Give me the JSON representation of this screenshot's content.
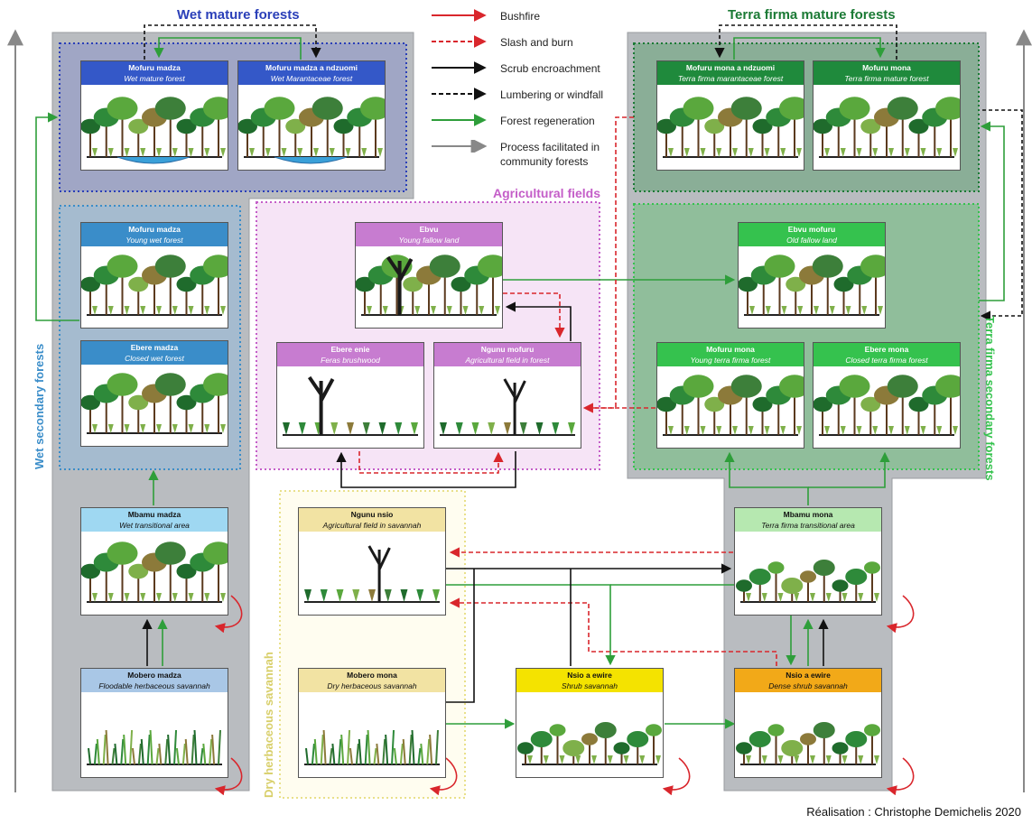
{
  "groups": {
    "wet_mature": "Wet mature forests",
    "terra_mature": "Terra firma mature forests",
    "agricultural": "Agricultural fields",
    "wet_secondary": "Wet secondary forests",
    "terra_secondary": "Terra firma secondary forests",
    "dry_savannah": "Dry herbaceous savannah"
  },
  "legend": [
    {
      "label": "Bushfire",
      "color": "#d9262c",
      "style": "solid"
    },
    {
      "label": "Slash and burn",
      "color": "#d9262c",
      "style": "dashed"
    },
    {
      "label": "Scrub encroachment",
      "color": "#111111",
      "style": "solid"
    },
    {
      "label": "Lumbering or windfall",
      "color": "#111111",
      "style": "dashed"
    },
    {
      "label": "Forest regeneration",
      "color": "#2e9e3a",
      "style": "solid"
    },
    {
      "label": "Process facilitated in community forests",
      "color": "#888888",
      "style": "solid"
    }
  ],
  "cards": {
    "wet_mature_1": {
      "name": "Mofuru madza",
      "sub": "Wet mature forest",
      "color": "#3458c8"
    },
    "wet_mature_2": {
      "name": "Mofuru madza a ndzuomi",
      "sub": "Wet Marantaceae forest",
      "color": "#3458c8"
    },
    "terra_mature_1": {
      "name": "Mofuru mona a ndzuomi",
      "sub": "Terra firma marantaceae forest",
      "color": "#1f8a3c"
    },
    "terra_mature_2": {
      "name": "Mofuru mona",
      "sub": "Terra firma mature forest",
      "color": "#1f8a3c"
    },
    "young_wet": {
      "name": "Mofuru madza",
      "sub": "Young wet forest",
      "color": "#3a8dc9"
    },
    "closed_wet": {
      "name": "Ebere madza",
      "sub": "Closed wet forest",
      "color": "#3a8dc9"
    },
    "ebvu": {
      "name": "Ebvu",
      "sub": "Young fallow land",
      "color": "#c77cd0"
    },
    "ebere_enie": {
      "name": "Ebere enie",
      "sub": "Feras brushwood",
      "color": "#c77cd0"
    },
    "ngunu_mofuru": {
      "name": "Ngunu mofuru",
      "sub": "Agricultural field in forest",
      "color": "#c77cd0"
    },
    "ebvu_mofuru": {
      "name": "Ebvu mofuru",
      "sub": "Old fallow land",
      "color": "#35c24e"
    },
    "mofuru_mona": {
      "name": "Mofuru mona",
      "sub": "Young terra firma forest",
      "color": "#35c24e"
    },
    "ebere_mona": {
      "name": "Ebere mona",
      "sub": "Closed terra firma forest",
      "color": "#35c24e"
    },
    "mbamu_madza": {
      "name": "Mbamu madza",
      "sub": "Wet transitional area",
      "color": "#9fd8f2"
    },
    "mobero_madza": {
      "name": "Mobero madza",
      "sub": "Floodable herbaceous savannah",
      "color": "#a9c7e6"
    },
    "ngunu_nsio": {
      "name": "Ngunu nsio",
      "sub": "Agricultural field in savannah",
      "color": "#f2e3a3"
    },
    "mobero_mona": {
      "name": "Mobero mona",
      "sub": "Dry herbaceous savannah",
      "color": "#f2e3a3"
    },
    "nsio_a_ewire": {
      "name": "Nsio a ewire",
      "sub": "Shrub savannah",
      "color": "#f4e300"
    },
    "mbamu_mona": {
      "name": "Mbamu mona",
      "sub": "Terra firma transitional area",
      "color": "#b6e8b0"
    },
    "nsio_a_ewire_dense": {
      "name": "Nsio a ewire",
      "sub": "Dense shrub savannah",
      "color": "#f2a918"
    }
  },
  "credit": "Réalisation : Christophe Demichelis 2020",
  "colors": {
    "fire": "#d9262c",
    "scrub": "#111111",
    "regen": "#2e9e3a",
    "gray": "#888888"
  }
}
